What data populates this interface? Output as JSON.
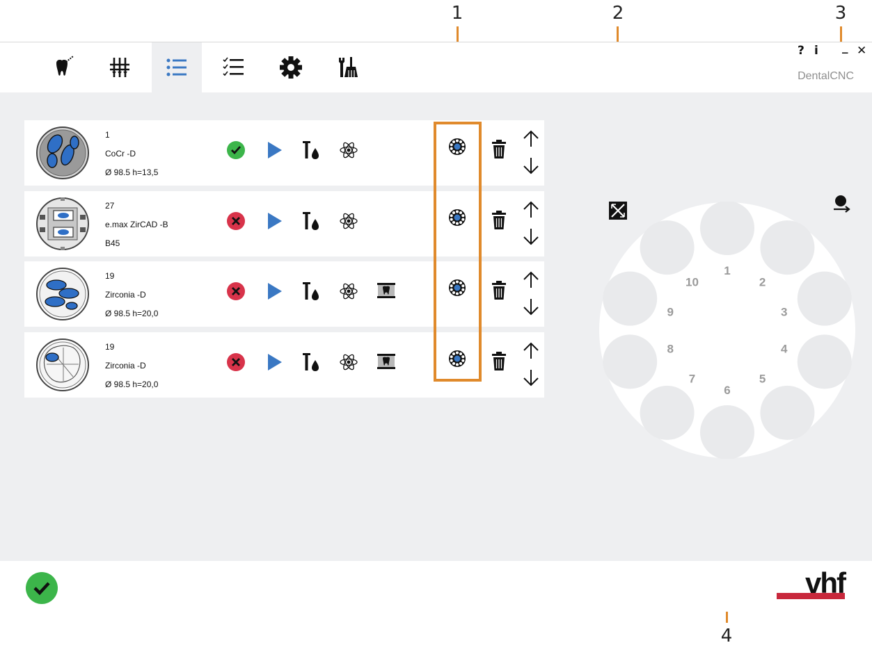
{
  "callouts": [
    "1",
    "2",
    "3",
    "4"
  ],
  "window": {
    "help_label": "?",
    "info_label": "i",
    "minimize_label": "_",
    "close_label": "✕",
    "brand": "DentalCNC"
  },
  "tabs": [
    {
      "icon": "tooth-tool-icon",
      "active": false
    },
    {
      "icon": "sliders-icon",
      "active": false
    },
    {
      "icon": "job-list-icon",
      "active": true
    },
    {
      "icon": "checklist-icon",
      "active": false
    },
    {
      "icon": "gear-icon",
      "active": false
    },
    {
      "icon": "maintenance-tools-icon",
      "active": false
    }
  ],
  "jobs": [
    {
      "line1": "1",
      "line2": "CoCr -D",
      "line3": "Ø 98.5  h=13,5",
      "status": "ok",
      "has_extra_icon": false
    },
    {
      "line1": "27",
      "line2": "e.max ZirCAD -B",
      "line3": "B45",
      "status": "error",
      "has_extra_icon": false
    },
    {
      "line1": "19",
      "line2": "Zirconia -D",
      "line3": "Ø 98.5  h=20,0",
      "status": "error",
      "has_extra_icon": true
    },
    {
      "line1": "19",
      "line2": "Zirconia -D",
      "line3": "Ø 98.5  h=20,0",
      "status": "error",
      "has_extra_icon": true
    }
  ],
  "carousel": {
    "slots": [
      "1",
      "2",
      "3",
      "4",
      "5",
      "6",
      "7",
      "8",
      "9",
      "10"
    ]
  },
  "colors": {
    "accent_blue": "#3a78c3",
    "ok_green": "#3cb54a",
    "error_red": "#d8334a",
    "callout_orange": "#e08a2c",
    "logo_red": "#c8283c"
  },
  "footer": {
    "status": "ok",
    "logo": "vhf"
  }
}
